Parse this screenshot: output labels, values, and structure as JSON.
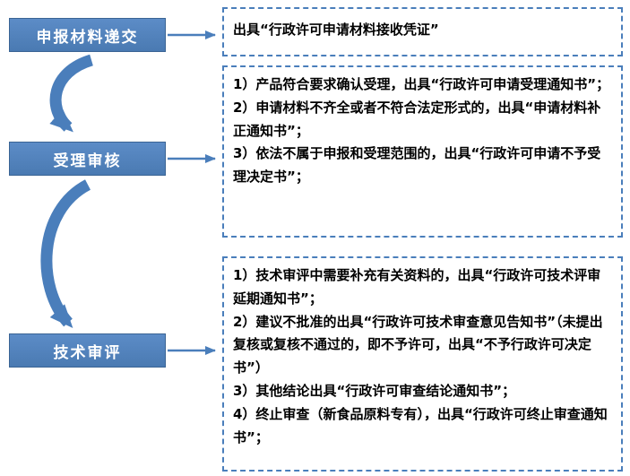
{
  "colors": {
    "primary_blue": "#4A7EBB",
    "step_box_fill": "#4F81BD",
    "step_box_border": "#3A6494",
    "step_text": "#FFFFFF",
    "note_text": "#000000",
    "note_border": "#4A7EBB"
  },
  "steps": [
    {
      "label": "申报材料递交"
    },
    {
      "label": "受理审核"
    },
    {
      "label": "技术审评"
    }
  ],
  "outputs": [
    {
      "lines": [
        "出具“行政许可申请材料接收凭证”"
      ]
    },
    {
      "lines": [
        "1）产品符合要求确认受理，出具“行政许可申请受理通知书”；",
        "2）申请材料不齐全或者不符合法定形式的，出具“申请材料补正通知书”；",
        "3）依法不属于申报和受理范围的，出具“行政许可申请不予受理决定书”；"
      ]
    },
    {
      "lines": [
        "1）技术审评中需要补充有关资料的，出具“行政许可技术评审延期通知书”；",
        "2）建议不批准的出具“行政许可技术审查意见告知书”（未提出复核或复核不通过的，即不予许可，出具“不予行政许可决定书”）",
        "3）其他结论出具“行政许可审查结论通知书”；",
        "4）终止审查（新食品原料专有），出具“行政许可终止审查通知书”；"
      ]
    }
  ]
}
